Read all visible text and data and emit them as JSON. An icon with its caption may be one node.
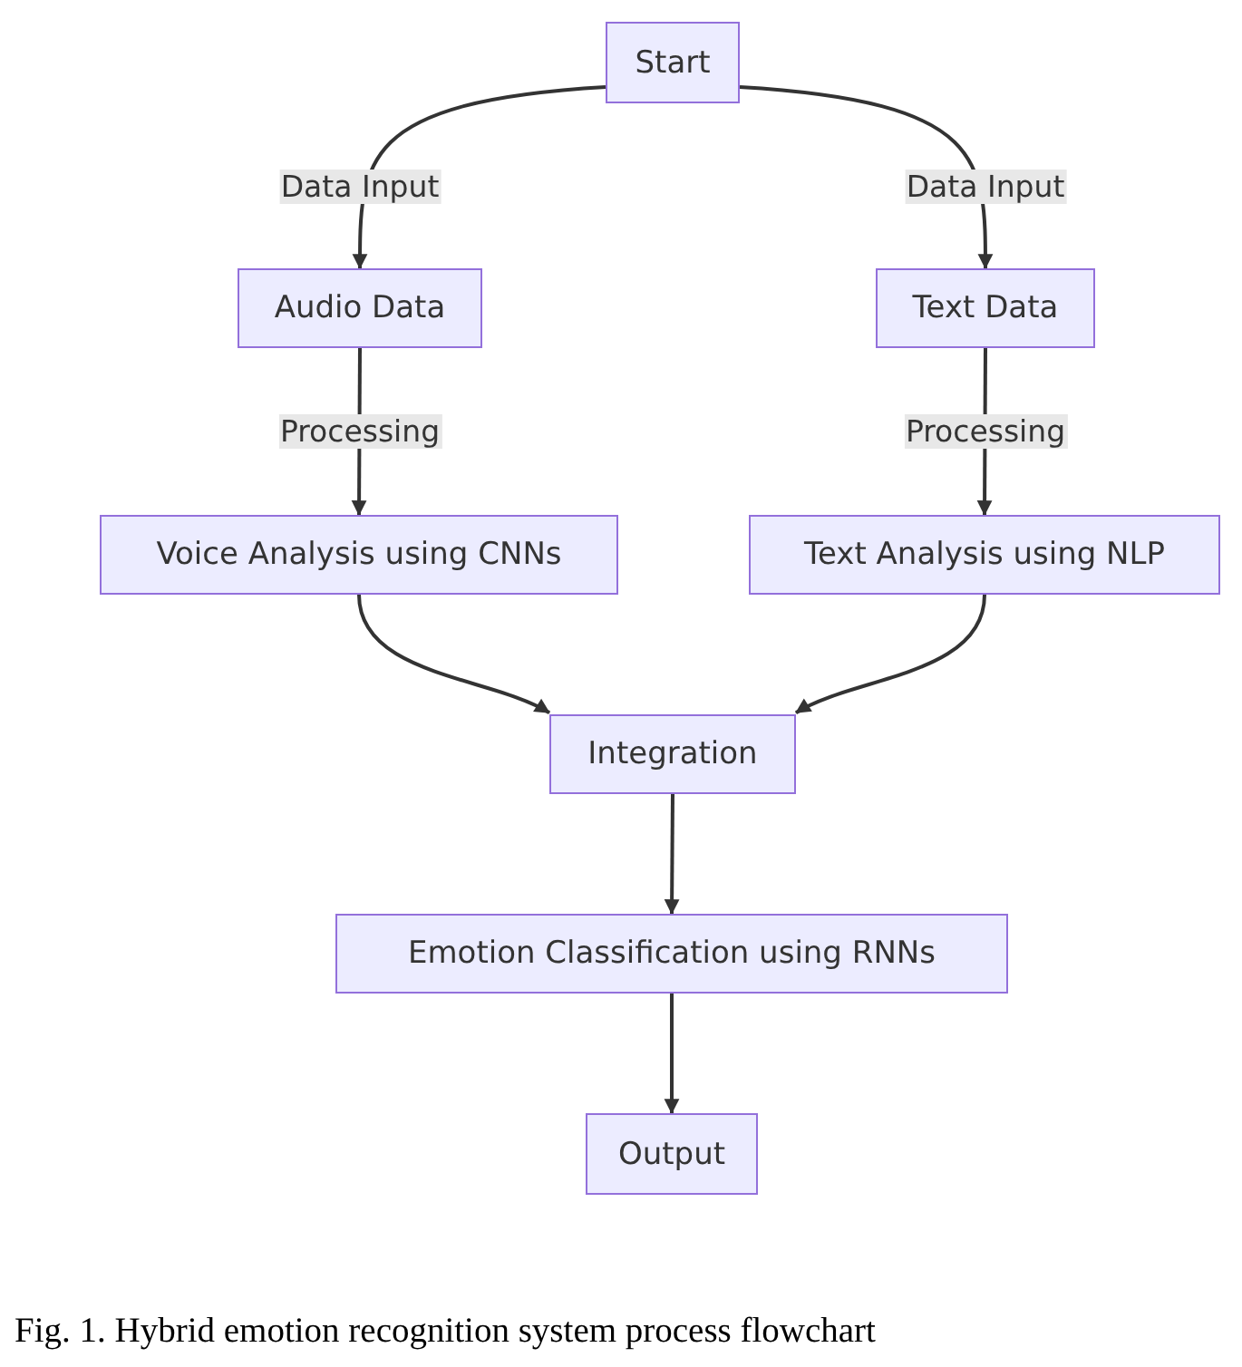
{
  "diagram": {
    "caption": "Fig. 1. Hybrid emotion recognition system process flowchart",
    "nodes": [
      {
        "text": [
          "Start"
        ]
      },
      {
        "text": [
          "Audio Data"
        ]
      },
      {
        "text": [
          "Text Data"
        ]
      },
      {
        "text": [
          "Voice Analysis using CNNs"
        ]
      },
      {
        "text": [
          "Text Analysis using NLP"
        ]
      },
      {
        "text": [
          "Integration"
        ]
      },
      {
        "text": [
          "Emotion Classification using RNNs"
        ]
      },
      {
        "text": [
          "Output"
        ]
      }
    ],
    "edges": [
      {
        "from": 0,
        "to": 1,
        "arrow": "to",
        "label": "Data Input"
      },
      {
        "from": 0,
        "to": 2,
        "arrow": "to",
        "label": "Data Input"
      },
      {
        "from": 1,
        "to": 3,
        "arrow": "to",
        "label": "Processing"
      },
      {
        "from": 2,
        "to": 4,
        "arrow": "to",
        "label": "Processing"
      },
      {
        "from": 3,
        "to": 5,
        "arrow": "to"
      },
      {
        "from": 4,
        "to": 5,
        "arrow": "to"
      },
      {
        "from": 5,
        "to": 6,
        "arrow": "to"
      },
      {
        "from": 6,
        "to": 7,
        "arrow": "to"
      }
    ]
  }
}
